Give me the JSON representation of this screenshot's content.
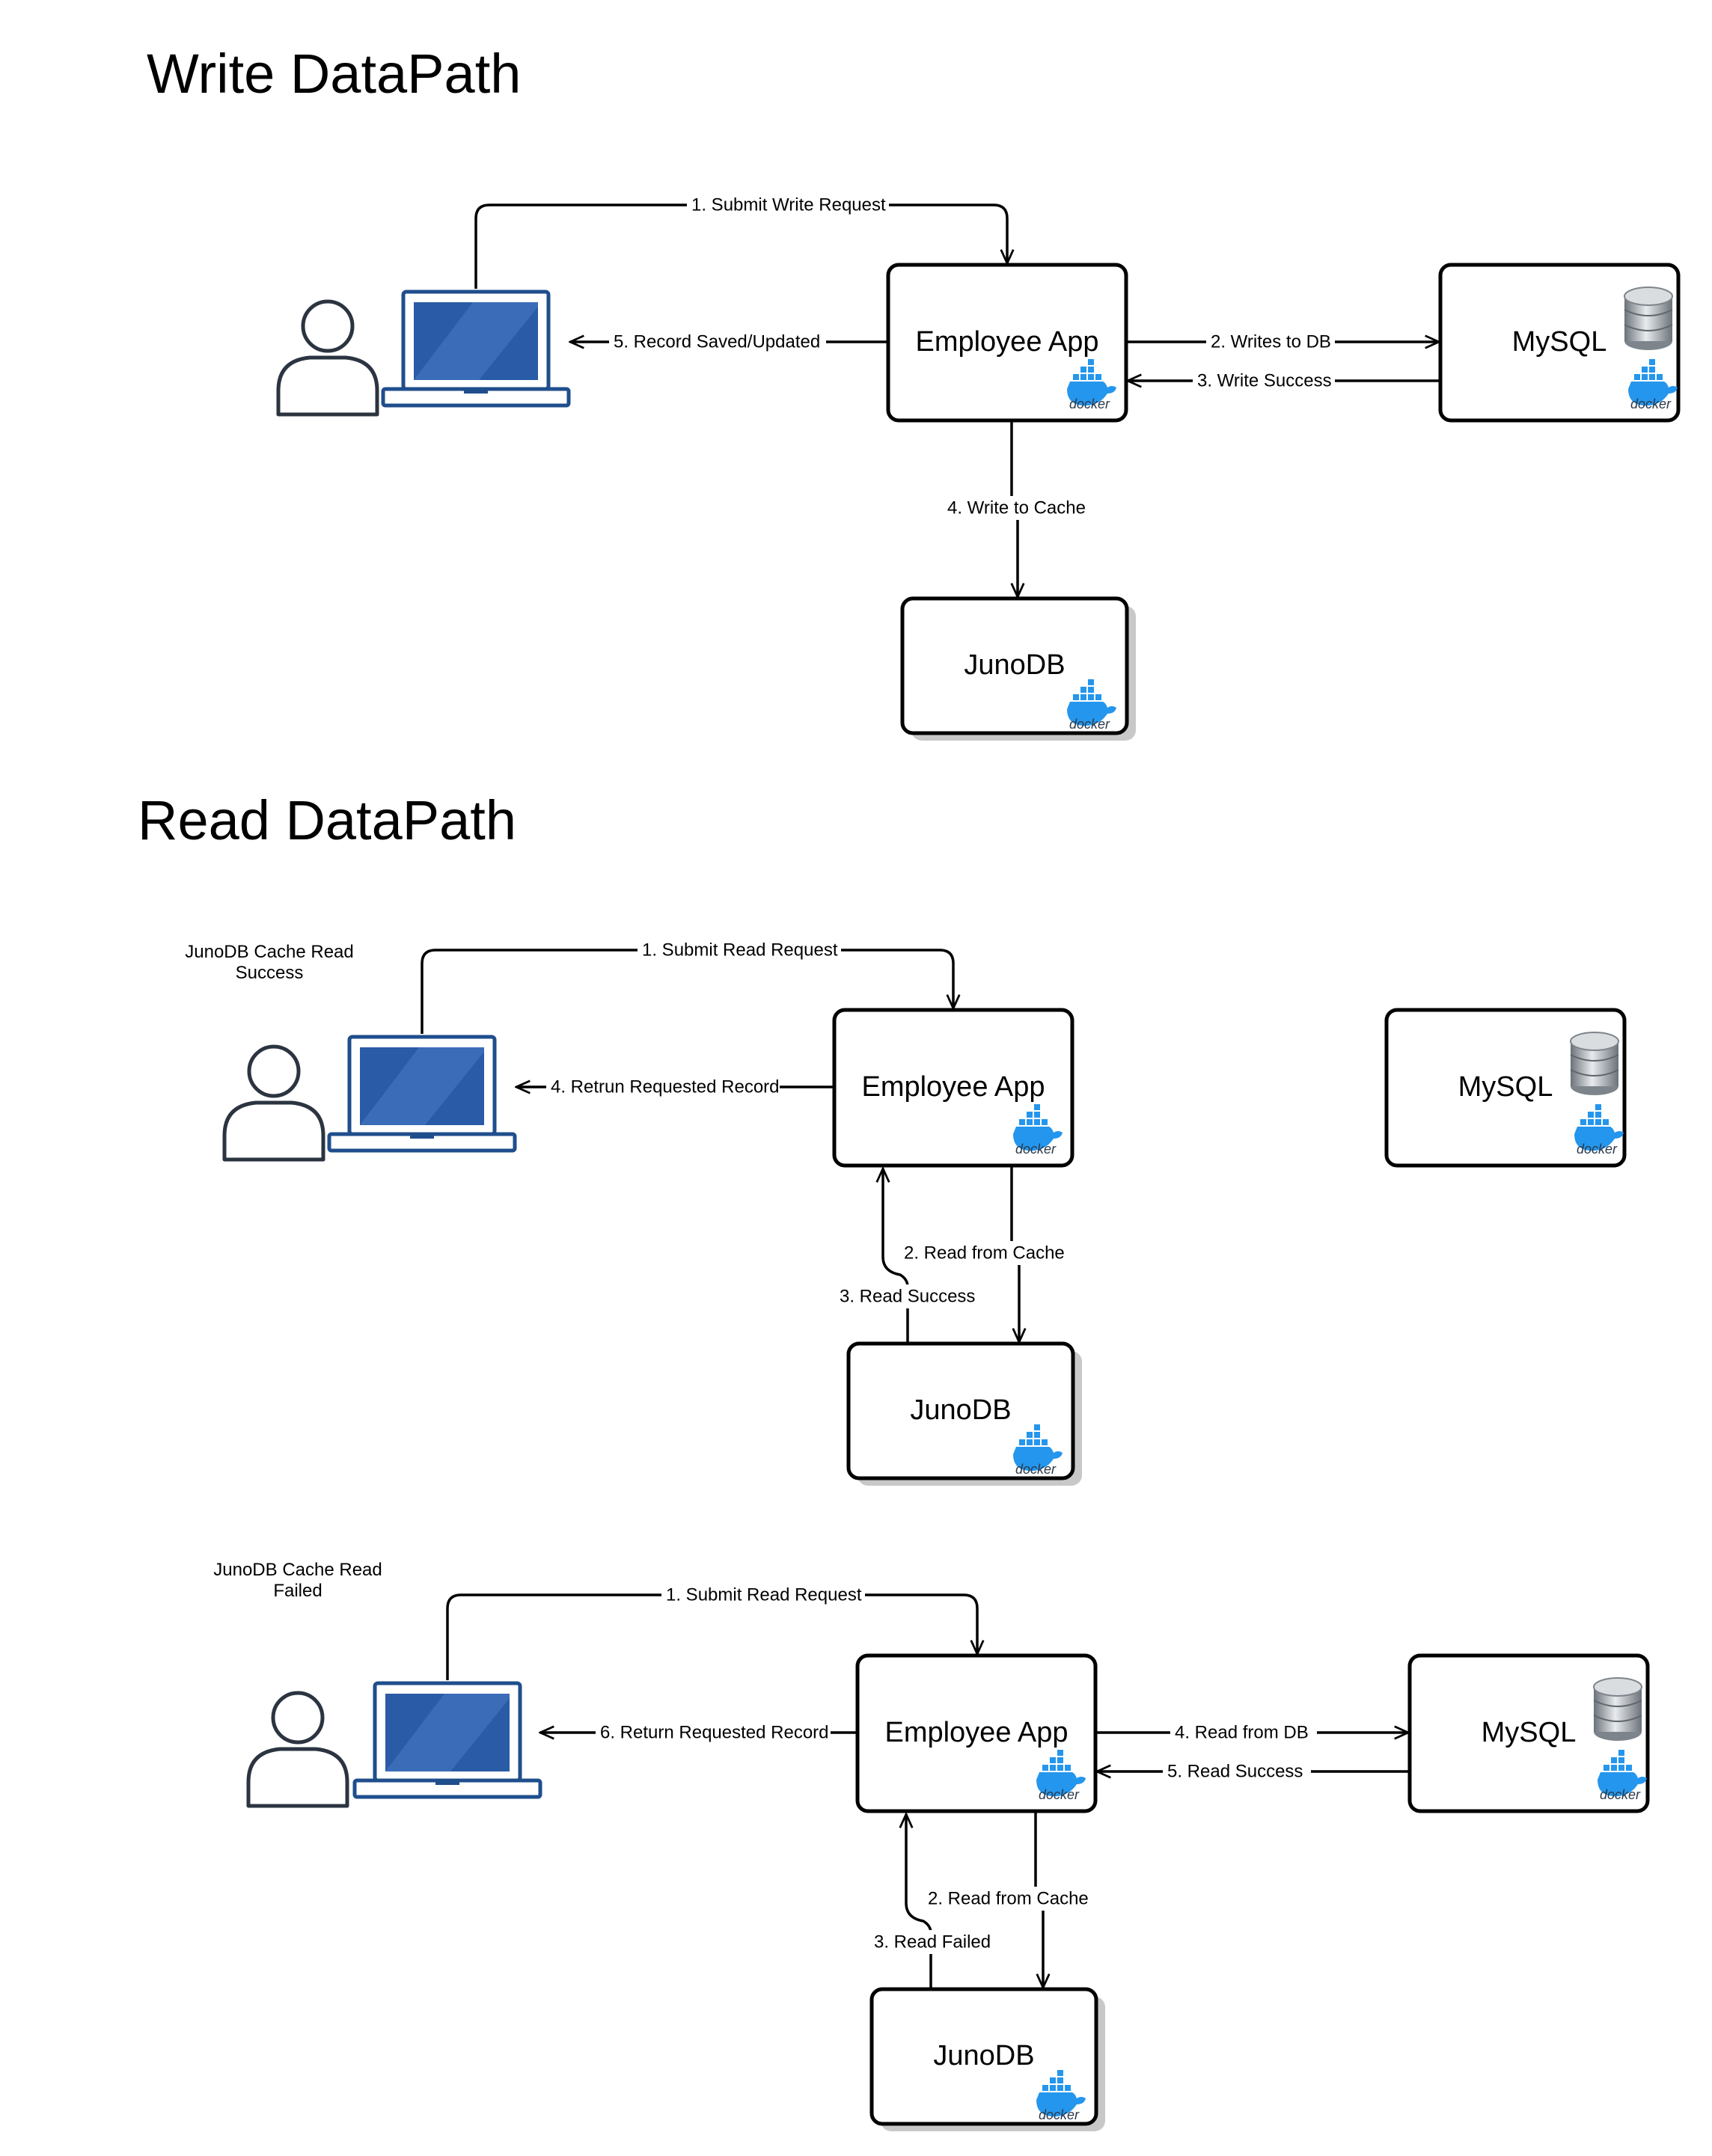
{
  "sections": {
    "write_title": "Write DataPath",
    "read_title": "Read DataPath"
  },
  "notes": {
    "cache_success": [
      "JunoDB Cache Read",
      "Success"
    ],
    "cache_failed": [
      "JunoDB Cache Read",
      "Failed"
    ]
  },
  "nodes": {
    "employee_app": "Employee App",
    "mysql": "MySQL",
    "junodb": "JunoDB",
    "docker_badge": "docker"
  },
  "write_flow": {
    "step1": "1. Submit Write Request",
    "step2": "2. Writes to DB",
    "step3": "3. Write Success",
    "step4": "4. Write to Cache",
    "step5": "5. Record Saved/Updated"
  },
  "read_success_flow": {
    "step1": "1. Submit Read Request",
    "step2": "2. Read from Cache",
    "step3": "3. Read Success",
    "step4": "4. Retrun Requested Record"
  },
  "read_failed_flow": {
    "step1": "1. Submit Read Request",
    "step2": "2. Read from Cache",
    "step3": "3. Read Failed",
    "step4": "4. Read from DB",
    "step5": "5. Read Success",
    "step6": "6. Return Requested Record"
  },
  "icons": [
    "user-icon",
    "laptop-icon",
    "docker-whale-icon",
    "database-cylinder-icon"
  ],
  "colors": {
    "laptop_blue": "#1f4e8c",
    "laptop_screen": "#2a5ba6",
    "docker_blue": "#2496ed",
    "user_stroke": "#2b3440"
  }
}
